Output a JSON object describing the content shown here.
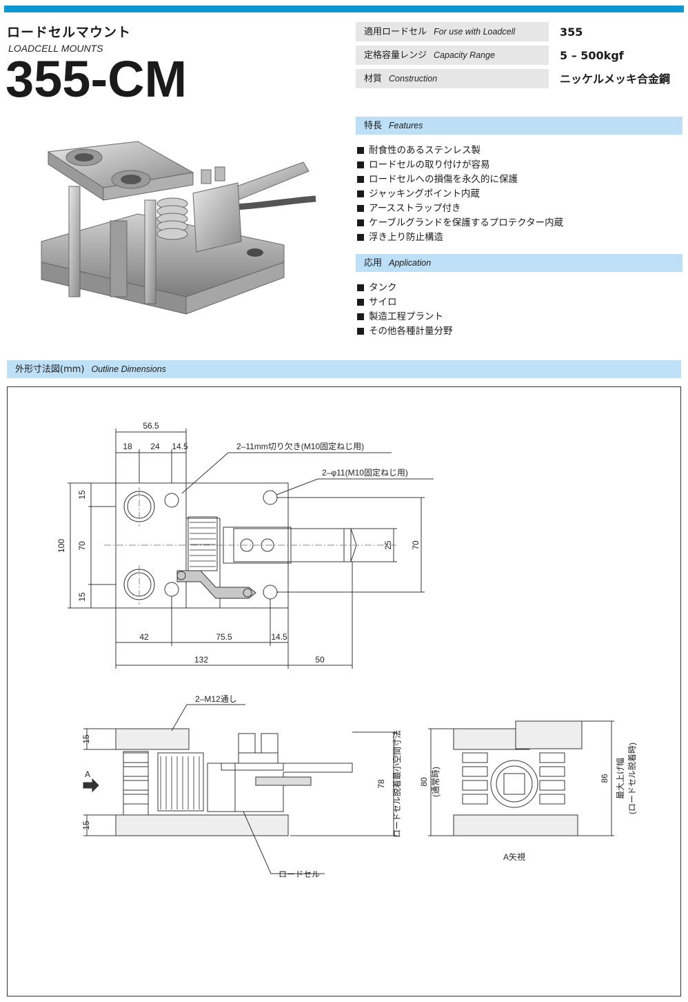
{
  "header": {
    "jp_title": "ロードセルマウント",
    "en_title": "LOADCELL MOUNTS",
    "model": "355-CM",
    "accent_color": "#0d96cf",
    "section_color": "#bde0f6"
  },
  "specs": [
    {
      "label_jp": "適用ロードセル",
      "label_en": "For use with Loadcell",
      "value": "355"
    },
    {
      "label_jp": "定格容量レンジ",
      "label_en": "Capacity Range",
      "value": "5 – 500kgf"
    },
    {
      "label_jp": "材質",
      "label_en": "Construction",
      "value": "ニッケルメッキ合金鋼"
    }
  ],
  "features": {
    "heading_jp": "特長",
    "heading_en": "Features",
    "items": [
      "耐食性のあるステンレス製",
      "ロードセルの取り付けが容易",
      "ロードセルへの損傷を永久的に保護",
      "ジャッキングポイント内蔵",
      "アースストラップ付き",
      "ケーブルグランドを保護するプロテクター内蔵",
      "浮き上り防止構造"
    ]
  },
  "application": {
    "heading_jp": "応用",
    "heading_en": "Application",
    "items": [
      "タンク",
      "サイロ",
      "製造工程プラント",
      "その他各種計量分野"
    ]
  },
  "outline": {
    "heading_jp": "外形寸法図(mm)",
    "heading_en": "Outline Dimensions",
    "top": {
      "d_total_width": "56.5",
      "d_18": "18",
      "d_24": "24",
      "d_14_5_top": "14.5",
      "note_slot": "2–11mm切り欠き(M10固定ねじ用)",
      "note_hole": "2–φ11(M10固定ねじ用)",
      "d_100": "100",
      "d_15_top": "15",
      "d_70_left": "70",
      "d_15_bottom": "15",
      "d_25": "25",
      "d_70_right": "70",
      "d_42": "42",
      "d_75_5": "75.5",
      "d_14_5_bottom": "14.5",
      "d_132": "132",
      "d_50": "50"
    },
    "side": {
      "note_m12": "2–M12通し",
      "d_15_top": "15",
      "d_15_bottom": "15",
      "arrow_label": "A",
      "d_78": "78",
      "note_min_gap": "ロードセル脱着最小空間寸法",
      "note_loadcell": "ロードセル"
    },
    "end": {
      "d_80": "80",
      "note_normal": "(通常時)",
      "d_86": "86",
      "note_max_lift": "最大上げ幅",
      "note_removal": "(ロードセル脱着時)",
      "view_label": "A矢視"
    }
  }
}
